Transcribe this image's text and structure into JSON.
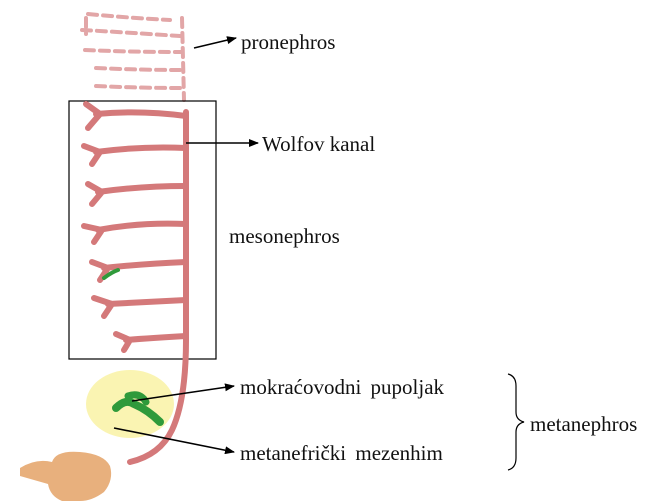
{
  "labels": {
    "pronephros": "pronephros",
    "wolffian_duct": "Wolfov kanal",
    "mesonephros": "mesonephros",
    "ureteric_bud": "mokraćovodni pupoljak",
    "metanephric_mesenchyme": "metanefrički mezenhim",
    "metanephros": "metanephros"
  },
  "colors": {
    "duct": "#d4797a",
    "pronephros_dash": "#e2a6a7",
    "ureteric_bud": "#2f9a3b",
    "mesenchyme": "#faf4b2",
    "cloaca": "#e8b07d",
    "box_stroke": "#000000",
    "arrow": "#000000"
  }
}
